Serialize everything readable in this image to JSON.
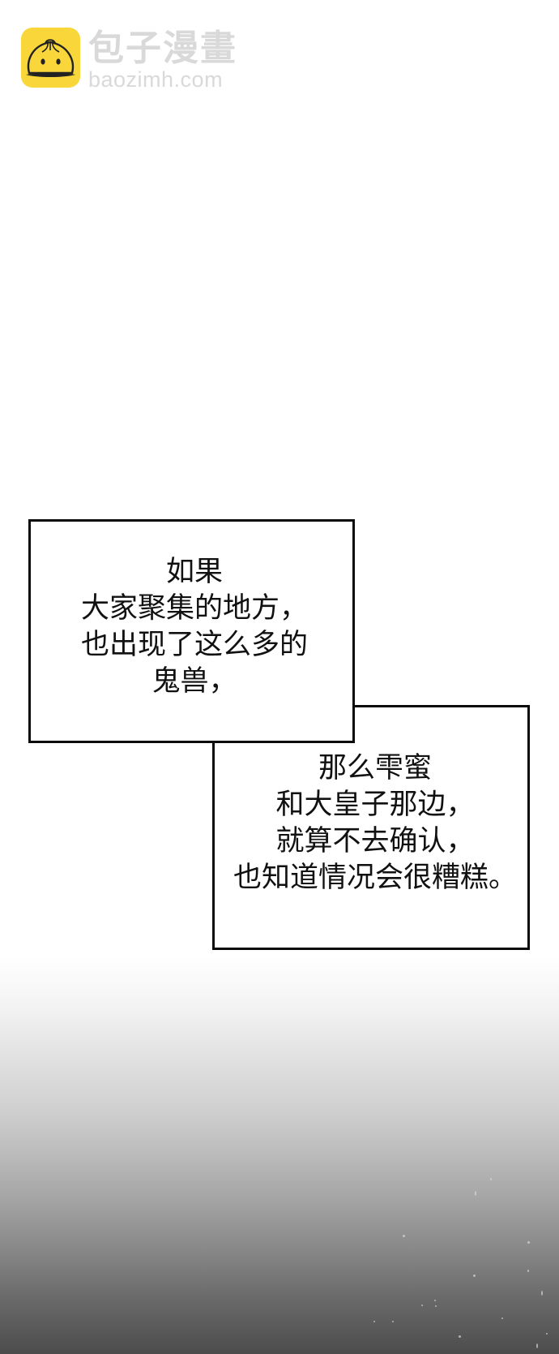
{
  "watermark": {
    "icon": "steamed-bun-mascot-icon",
    "icon_color": "#f9d63a",
    "title_cn": "包子漫畫",
    "domain": "baozimh.com",
    "text_color": "#d9d9d9"
  },
  "panel": {
    "background_top": "#ffffff",
    "background_bottom": "#4a4a4a",
    "speech_boxes": [
      {
        "lines": [
          "如果",
          "大家聚集的地方，",
          "也出现了这么多的",
          "鬼兽，"
        ]
      },
      {
        "lines": [
          "那么雫蜜",
          "和大皇子那边，",
          "就算不去确认，",
          "也知道情况会很糟糕。"
        ]
      }
    ]
  }
}
